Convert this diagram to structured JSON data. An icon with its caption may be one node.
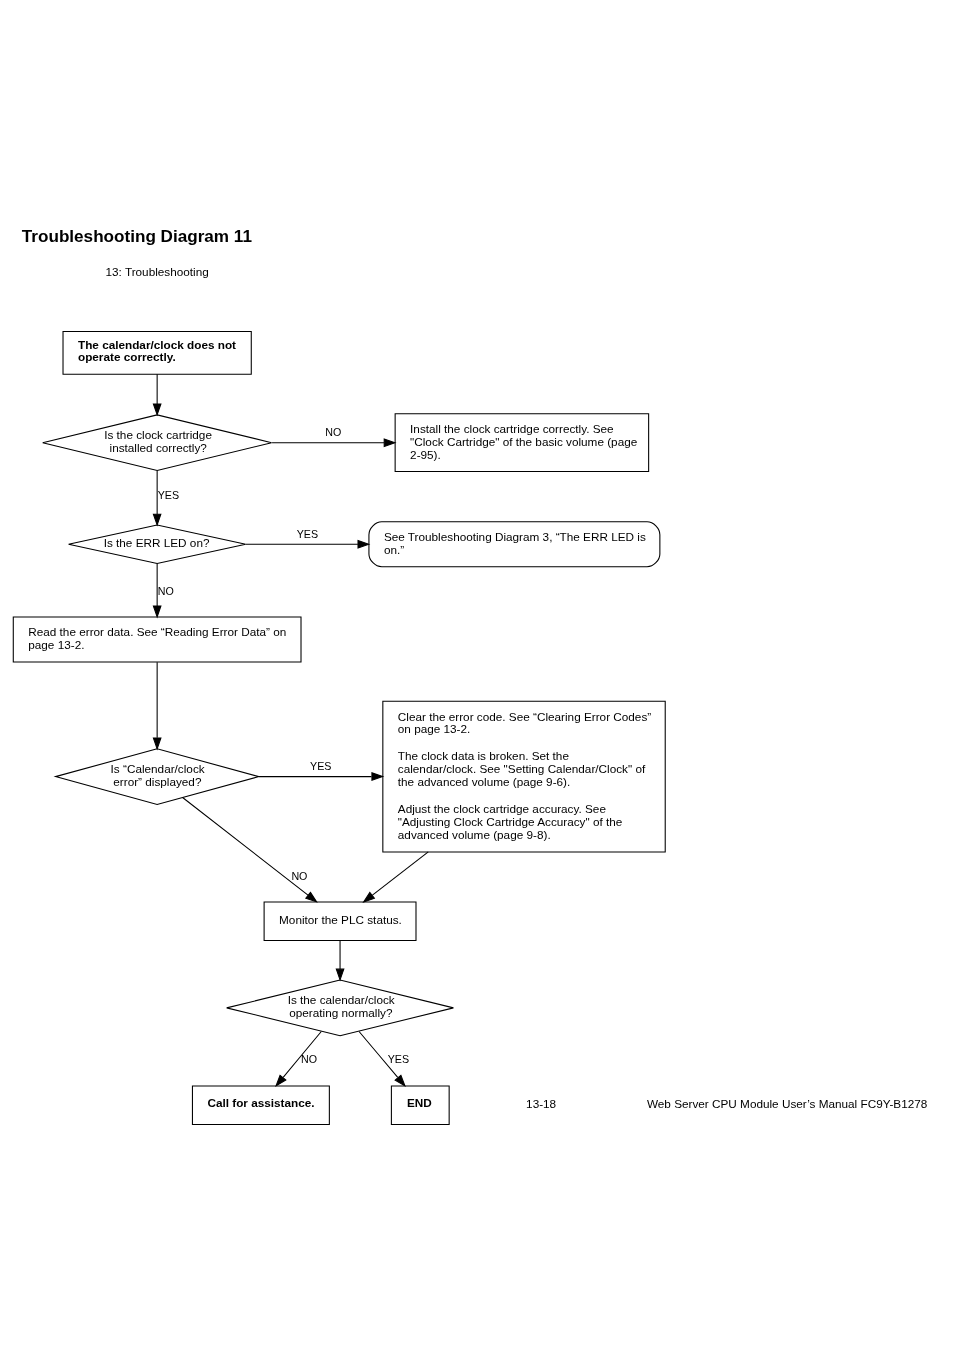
{
  "diagram": {
    "title": "Troubleshooting Diagram 11",
    "nodes": [
      {
        "text": [
          "The calendar/clock does not operate correctly."
        ]
      },
      {
        "text": [
          "Is the clock cartridge installed correctly?"
        ]
      },
      {
        "text": [
          "Install the clock cartridge correctly. See \"Clock Cartridge\" of the basic volume (page 2-95)."
        ]
      },
      {
        "text": [
          "Is the ERR LED on?"
        ]
      },
      {
        "text": [
          "See Troubleshooting Diagram 3, “The ERR LED is on.”"
        ]
      },
      {
        "text": [
          "Read the error data. See “Reading Error Data” on page 13-2."
        ]
      },
      {
        "text": [
          "Is “Calendar/clock error” displayed?"
        ]
      },
      {
        "text": [
          "Clear the error code. See “Clearing Error Codes” on page 13-2.",
          "The clock data is broken. Set the calendar/clock. See \"Setting Calendar/Clock\" of the advanced volume (page 9-6).",
          "Adjust the clock cartridge accuracy. See \"Adjusting Clock Cartridge Accuracy\" of the advanced volume (page 9-8)."
        ]
      },
      {
        "text": [
          "Monitor the PLC status."
        ]
      },
      {
        "text": [
          "Is the calendar/clock operating normally?"
        ]
      },
      {
        "text": [
          "Call for assistance."
        ]
      },
      {
        "text": [
          "END"
        ]
      }
    ],
    "edges": [
      {
        "from": 0,
        "to": 1,
        "arrow": "to"
      },
      {
        "from": 1,
        "to": 2,
        "arrow": "to",
        "label": "NO"
      },
      {
        "from": 1,
        "to": 3,
        "arrow": "to",
        "label": "YES"
      },
      {
        "from": 3,
        "to": 4,
        "arrow": "to",
        "label": "YES"
      },
      {
        "from": 3,
        "to": 5,
        "arrow": "to",
        "label": "NO"
      },
      {
        "from": 5,
        "to": 6,
        "arrow": "to"
      },
      {
        "from": 6,
        "to": 7,
        "arrow": "to",
        "label": "YES"
      },
      {
        "from": 6,
        "to": 8,
        "arrow": "to",
        "label": "NO"
      },
      {
        "from": 7,
        "to": 8,
        "arrow": "to"
      },
      {
        "from": 8,
        "to": 9,
        "arrow": "to"
      },
      {
        "from": 9,
        "to": 11,
        "arrow": "to",
        "label": "YES"
      },
      {
        "from": 9,
        "to": 10,
        "arrow": "to",
        "label": "NO"
      }
    ],
    "labels": [
      "13: Troubleshooting",
      "13-18",
      "Web Server CPU Module User’s Manual FC9Y-B1278"
    ]
  }
}
